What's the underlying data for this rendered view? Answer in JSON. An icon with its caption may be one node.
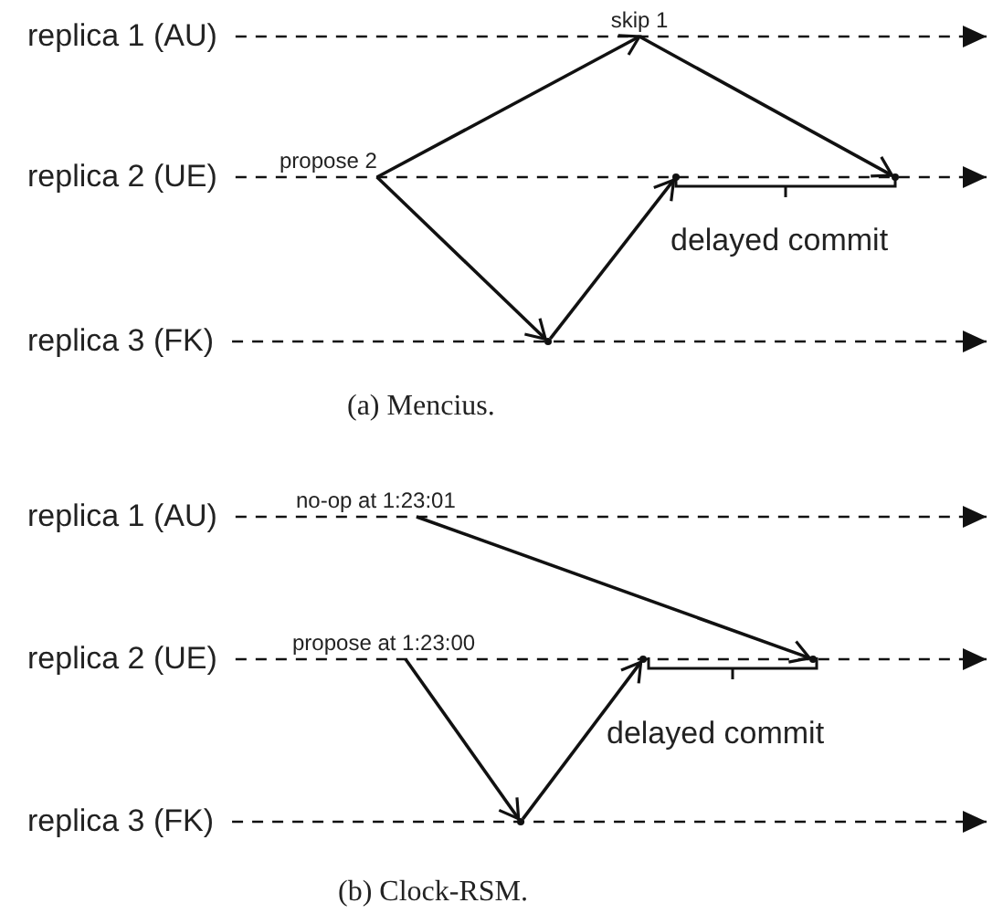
{
  "diagram": {
    "nodes": [
      {
        "text": [
          "replica 1 (AU)"
        ]
      },
      {
        "text": [
          "replica 2 (UE)"
        ]
      },
      {
        "text": [
          "replica 3 (FK)"
        ]
      },
      {
        "text": [
          "propose 2"
        ]
      },
      {
        "text": [
          "skip 1"
        ]
      },
      {
        "text": [],
        "shape": "point"
      },
      {
        "text": [],
        "shape": "point"
      },
      {
        "text": [],
        "shape": "point"
      },
      {
        "text": [
          "replica 1 (AU)"
        ]
      },
      {
        "text": [
          "replica 2 (UE)"
        ]
      },
      {
        "text": [
          "replica 3 (FK)"
        ]
      },
      {
        "text": [
          "no-op at 1:23:01"
        ]
      },
      {
        "text": [
          "propose at 1:23:00"
        ]
      },
      {
        "text": [],
        "shape": "point"
      },
      {
        "text": [],
        "shape": "point"
      },
      {
        "text": [],
        "shape": "point"
      }
    ],
    "edges": [
      {
        "from": 0,
        "to": null,
        "arrow": "to",
        "style": "dashed"
      },
      {
        "from": 1,
        "to": null,
        "arrow": "to",
        "style": "dashed"
      },
      {
        "from": 2,
        "to": null,
        "arrow": "to",
        "style": "dashed"
      },
      {
        "from": 3,
        "to": 4,
        "arrow": "to"
      },
      {
        "from": 3,
        "to": 5,
        "arrow": "to"
      },
      {
        "from": 5,
        "to": 6,
        "arrow": "to"
      },
      {
        "from": 4,
        "to": 7,
        "arrow": "to"
      },
      {
        "from": 8,
        "to": null,
        "arrow": "to",
        "style": "dashed"
      },
      {
        "from": 9,
        "to": null,
        "arrow": "to",
        "style": "dashed"
      },
      {
        "from": 10,
        "to": null,
        "arrow": "to",
        "style": "dashed"
      },
      {
        "from": 11,
        "to": 15,
        "arrow": "to"
      },
      {
        "from": 12,
        "to": 13,
        "arrow": "to"
      },
      {
        "from": 13,
        "to": 14,
        "arrow": "to"
      }
    ],
    "labels": [
      "delayed commit",
      "(a) Mencius.",
      "delayed commit",
      "(b) Clock-RSM."
    ]
  }
}
